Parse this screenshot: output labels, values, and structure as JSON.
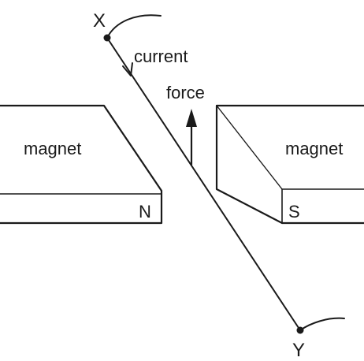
{
  "diagram": {
    "labels": {
      "end_x": "X",
      "end_y": "Y",
      "current": "current",
      "force": "force",
      "magnet_left": "magnet",
      "magnet_right": "magnet",
      "pole_north": "N",
      "pole_south": "S"
    },
    "colors": {
      "ink": "#1a1a1a",
      "background": "#ffffff"
    }
  }
}
